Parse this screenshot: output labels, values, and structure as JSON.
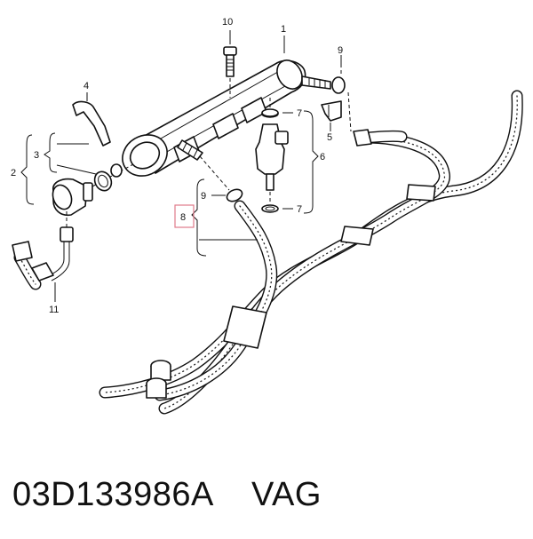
{
  "callouts": {
    "c1": "1",
    "c2": "2",
    "c3": "3",
    "c4": "4",
    "c5": "5",
    "c6": "6",
    "c7a": "7",
    "c7b": "7",
    "c8": "8",
    "c9a": "9",
    "c9b": "9",
    "c10": "10",
    "c11": "11"
  },
  "highlight_color": "#e07a8a",
  "caption": {
    "part_number": "03D133986A",
    "brand": "VAG"
  }
}
